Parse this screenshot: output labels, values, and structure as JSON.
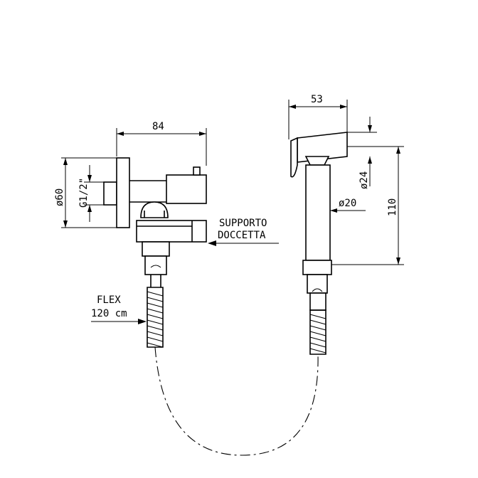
{
  "dimensions": {
    "valve_width": "84",
    "handshower_width": "53",
    "flange_diameter": "ø60",
    "thread": "G1/2\"",
    "head_diameter": "ø24",
    "handle_diameter": "ø20",
    "handshower_length": "110"
  },
  "labels": {
    "support_line1": "SUPPORTO",
    "support_line2": "DOCCETTA",
    "flex_line1": "FLEX",
    "flex_line2": "120 cm"
  }
}
